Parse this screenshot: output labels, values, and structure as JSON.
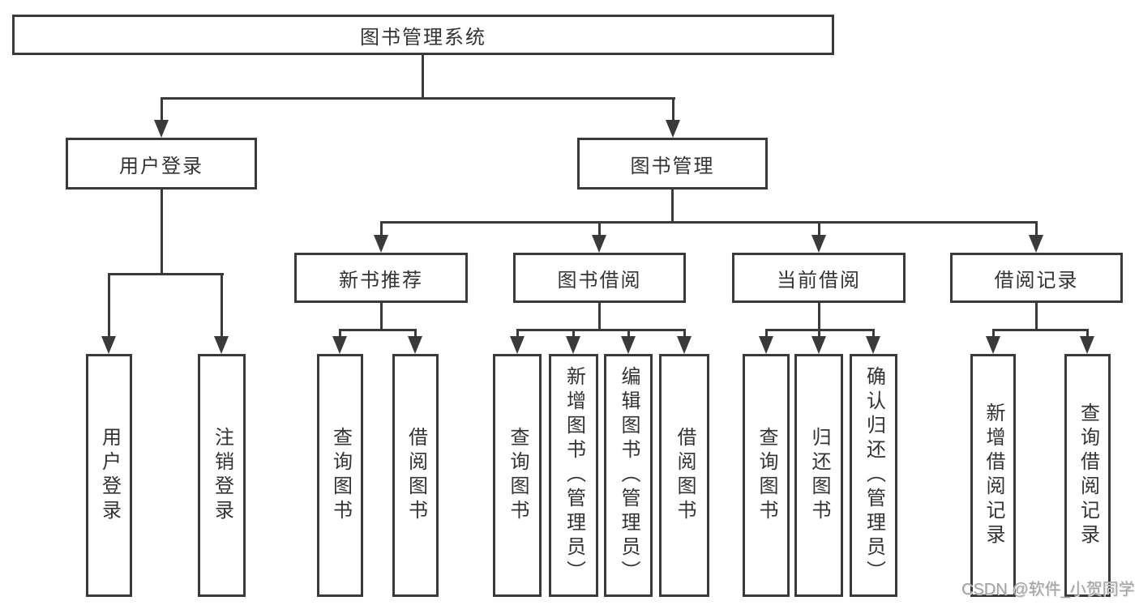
{
  "diagram": {
    "type": "hierarchy-flowchart",
    "root": {
      "label": "图书管理系统",
      "children": [
        {
          "label": "用户登录",
          "children": [
            {
              "label": "用户登录"
            },
            {
              "label": "注销登录"
            }
          ]
        },
        {
          "label": "图书管理",
          "children": [
            {
              "label": "新书推荐",
              "children": [
                {
                  "label": "查询图书"
                },
                {
                  "label": "借阅图书"
                }
              ]
            },
            {
              "label": "图书借阅",
              "children": [
                {
                  "label": "查询图书"
                },
                {
                  "label": "新增图书（管理员）"
                },
                {
                  "label": "编辑图书（管理员）"
                },
                {
                  "label": "借阅图书"
                }
              ]
            },
            {
              "label": "当前借阅",
              "children": [
                {
                  "label": "查询图书"
                },
                {
                  "label": "归还图书"
                },
                {
                  "label": "确认归还（管理员）"
                }
              ]
            },
            {
              "label": "借阅记录",
              "children": [
                {
                  "label": "新增借阅记录"
                },
                {
                  "label": "查询借阅记录"
                }
              ]
            }
          ]
        }
      ]
    }
  },
  "watermark": {
    "text": "CSDN @软件_小贺同学"
  },
  "colors": {
    "line": "#3a3a3a",
    "text": "#333333",
    "watermark": "#a3a3a3",
    "background": "#ffffff"
  }
}
